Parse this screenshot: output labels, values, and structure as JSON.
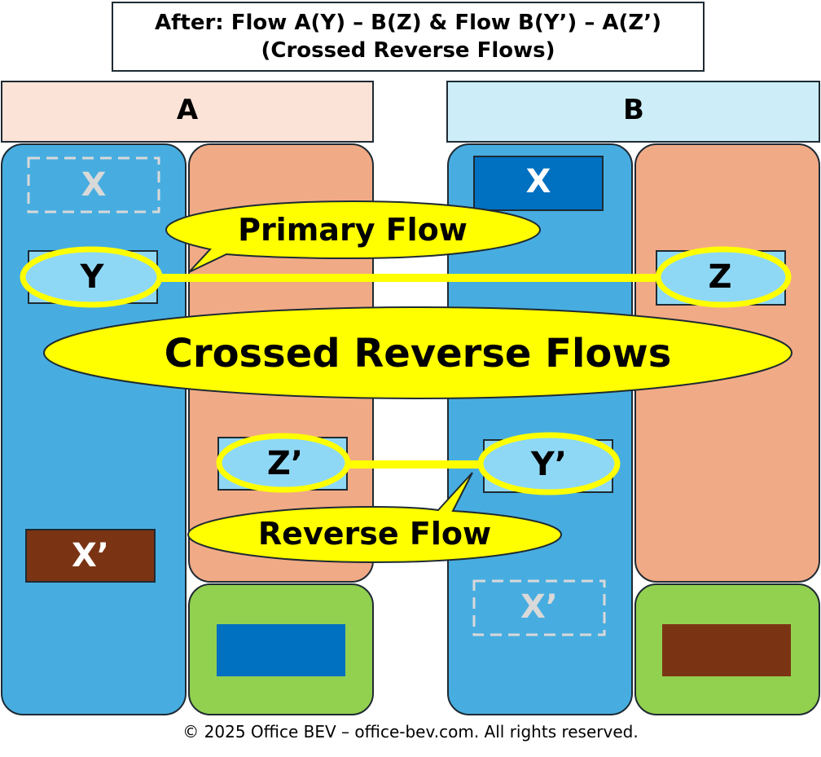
{
  "title": {
    "line1": "After: Flow A(Y) – B(Z) & Flow B(Y’) – A(Z’)",
    "line2": "(Crossed Reverse Flows)"
  },
  "headers": {
    "a": "A",
    "b": "B"
  },
  "boxes": {
    "a_x_ghost": "X",
    "a_y": "Y",
    "a_z_prime": "Z’",
    "a_x_prime": "X’",
    "b_x": "X",
    "b_z": "Z",
    "b_y_prime": "Y’",
    "b_x_prime_ghost": "X’"
  },
  "callouts": {
    "primary": "Primary Flow",
    "crossed": "Crossed Reverse Flows",
    "reverse": "Reverse Flow"
  },
  "footer": "© 2025 Office BEV – office-bev.com. All rights reserved.",
  "colors": {
    "header_a": "#fce3d8",
    "header_b": "#cdeef9",
    "blue_column": "#47ade0",
    "salmon_column": "#f1aa86",
    "green_base": "#92d050",
    "dark_blue": "#0070c0",
    "brown": "#7b3413",
    "highlight_yellow": "#ffff00",
    "light_blue_ellipse": "#8fd8f5"
  }
}
